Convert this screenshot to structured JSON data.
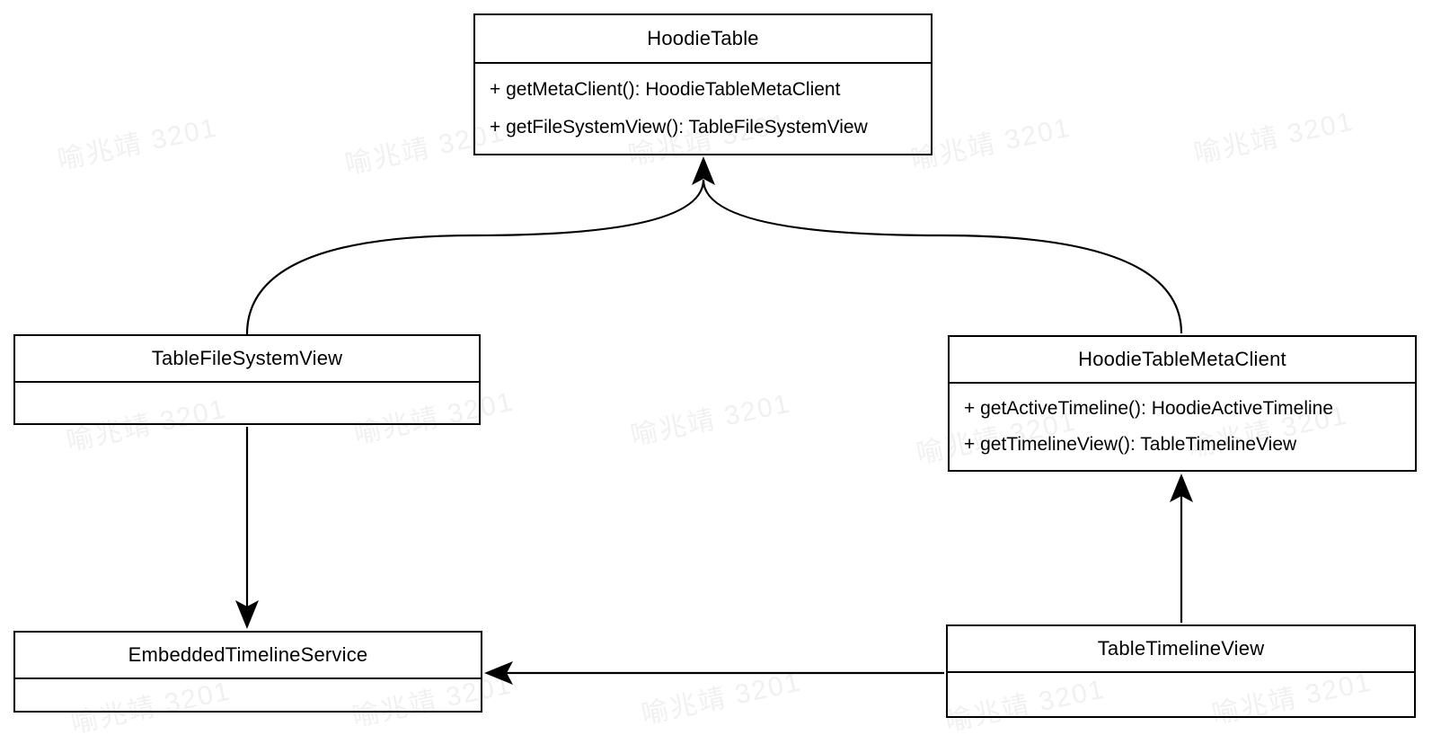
{
  "diagram": {
    "classes": [
      {
        "name": "HoodieTable",
        "methods": [
          "+ getMetaClient(): HoodieTableMetaClient",
          "+ getFileSystemView(): TableFileSystemView"
        ]
      },
      {
        "name": "TableFileSystemView",
        "methods": []
      },
      {
        "name": "HoodieTableMetaClient",
        "methods": [
          "+ getActiveTimeline(): HoodieActiveTimeline",
          "+ getTimelineView(): TableTimelineView"
        ]
      },
      {
        "name": "EmbeddedTimelineService",
        "methods": []
      },
      {
        "name": "TableTimelineView",
        "methods": []
      }
    ],
    "relations": [
      {
        "from": "TableFileSystemView",
        "to": "HoodieTable",
        "style": "curved-arrow"
      },
      {
        "from": "HoodieTableMetaClient",
        "to": "HoodieTable",
        "style": "curved-arrow"
      },
      {
        "from": "TableFileSystemView",
        "to": "EmbeddedTimelineService",
        "style": "straight-arrow"
      },
      {
        "from": "TableTimelineView",
        "to": "HoodieTableMetaClient",
        "style": "straight-arrow"
      },
      {
        "from": "TableTimelineView",
        "to": "EmbeddedTimelineService",
        "style": "straight-arrow"
      }
    ]
  },
  "watermark": {
    "text": "喻兆靖 3201"
  },
  "colors": {
    "stroke": "#000000",
    "background": "#ffffff",
    "box_fill": "#ffffff",
    "watermark": "rgba(0,0,0,0.06)"
  }
}
